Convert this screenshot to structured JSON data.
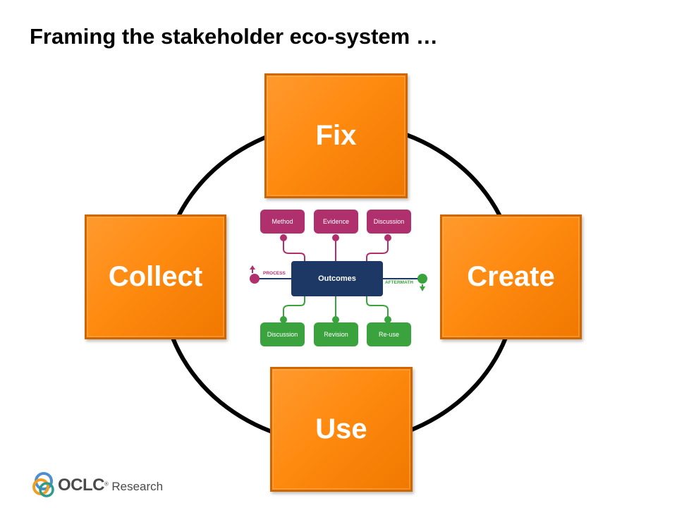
{
  "title": "Framing the stakeholder eco-system …",
  "cycle": {
    "top": "Fix",
    "left": "Collect",
    "right": "Create",
    "bottom": "Use"
  },
  "center_diagram": {
    "top_boxes": [
      "Method",
      "Evidence",
      "Discussion"
    ],
    "hub": "Outcomes",
    "bottom_boxes": [
      "Discussion",
      "Revision",
      "Re-use"
    ],
    "process_label": "PROCESS",
    "aftermath_label": "AFTERMATH",
    "colors": {
      "process": "#b0306e",
      "aftermath": "#3aa33e",
      "hub": "#1d3864",
      "cycle_box": "#ff8a10"
    }
  },
  "footer": {
    "brand": "OCLC",
    "registered": "®",
    "division": "Research"
  }
}
